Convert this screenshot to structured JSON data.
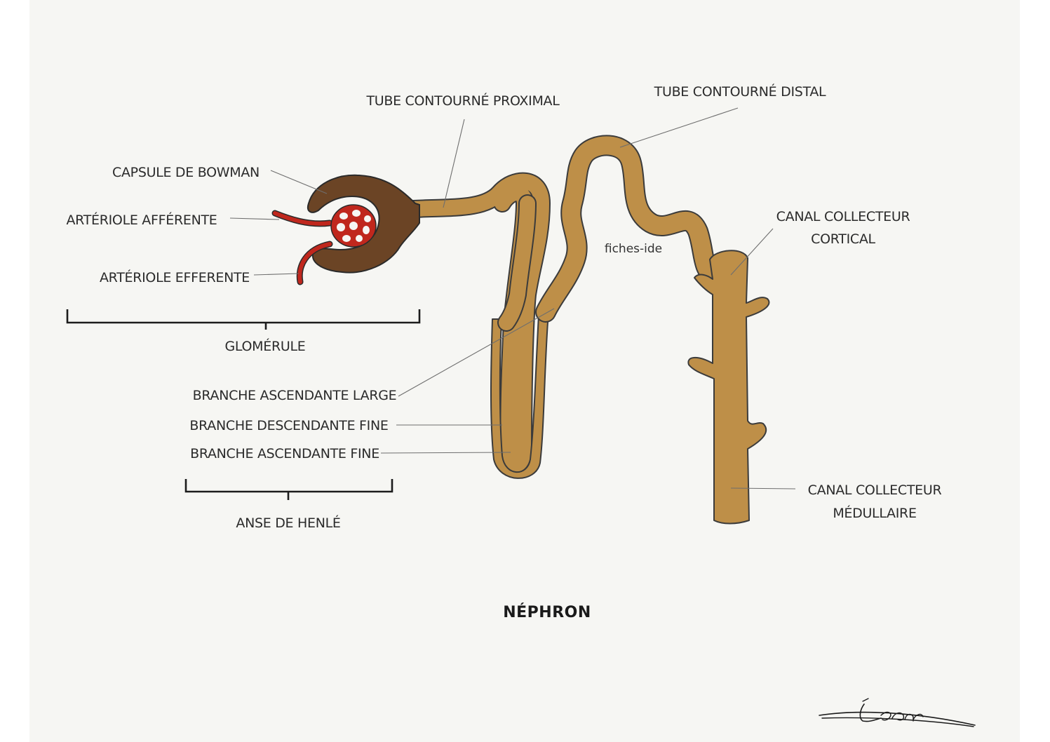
{
  "labels": {
    "tube_proximal": "TUBE CONTOURNÉ PROXIMAL",
    "tube_distal": "TUBE CONTOURNÉ DISTAL",
    "capsule_bowman": "CAPSULE DE BOWMAN",
    "arteriole_afferente": "ARTÉRIOLE AFFÉRENTE",
    "arteriole_efferente": "ARTÉRIOLE EFFERENTE",
    "glomerule": "GLOMÉRULE",
    "canal_cortical_line1": "CANAL COLLECTEUR",
    "canal_cortical_line2": "CORTICAL",
    "branche_ascendante_large": "BRANCHE ASCENDANTE LARGE",
    "branche_descendante_fine": "BRANCHE DESCENDANTE FINE",
    "branche_ascendante_fine": "BRANCHE ASCENDANTE FINE",
    "anse_henle": "ANSE DE HENLÉ",
    "canal_medullaire_line1": "CANAL COLLECTEUR",
    "canal_medullaire_line2": "MÉDULLAIRE"
  },
  "watermark": "fiches-ide",
  "title": "NÉPHRON",
  "signature": "Léana",
  "colors": {
    "tubule": "#be8f48",
    "capsule": "#6b4425",
    "vessel": "#c0271d",
    "outline": "#3b3b3b",
    "background": "#f6f6f3"
  }
}
